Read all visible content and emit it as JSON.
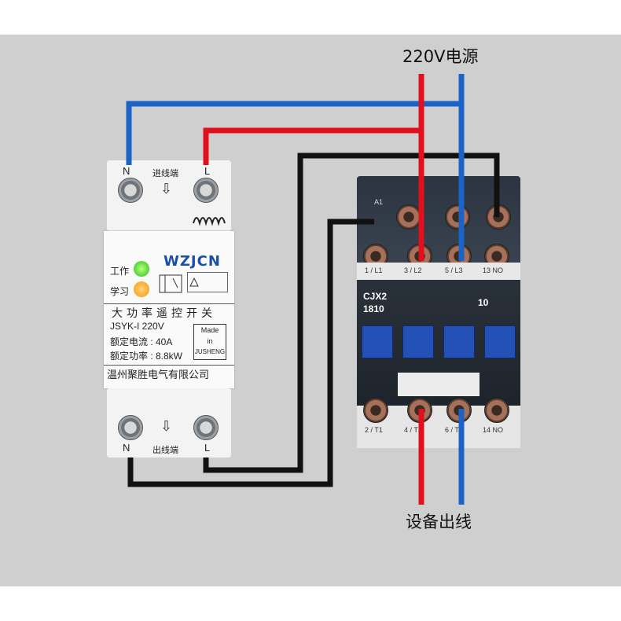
{
  "labels": {
    "top": "220V电源",
    "bottom": "设备出线"
  },
  "switch": {
    "n_top": "N",
    "l_top": "L",
    "in_terminal": "进线端",
    "n_bottom": "N",
    "l_bottom": "L",
    "out_terminal": "出线端",
    "work": "工作",
    "learn": "学习",
    "brand": "WZJCN",
    "product_name": "大功率遥控开关",
    "model": "JSYK-I  220V",
    "rated_current": "额定电流 : 40A",
    "rated_power": "额定功率 : 8.8kW",
    "made_1": "Made",
    "made_2": "in",
    "made_3": "JUSHENG",
    "company": "温州聚胜电气有限公司"
  },
  "contactor": {
    "model_1": "CJX2",
    "model_2": "1810",
    "code": "10",
    "a1": "A1",
    "t_1l1": "1 / L1",
    "t_3l2": "3 / L2",
    "t_5l3": "5 / L3",
    "t_13no": "13 NO",
    "t_2t1": "2 / T1",
    "t_4t2": "4 / T2",
    "t_6t3": "6 / T3",
    "t_14no": "14 NO"
  },
  "colors": {
    "live_wire": "#e0101e",
    "neutral_wire": "#1a64c8",
    "control_wire": "#111111",
    "background": "#cfcfcf"
  }
}
